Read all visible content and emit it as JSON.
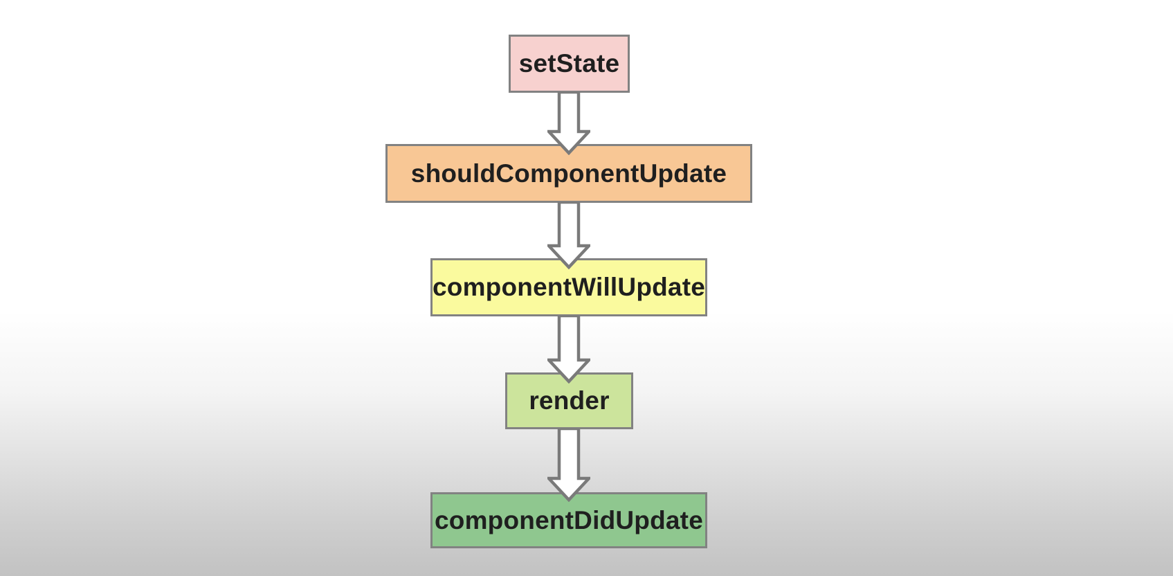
{
  "diagram": {
    "type": "flowchart",
    "description": "React component update lifecycle flow",
    "nodes": [
      {
        "id": "setState",
        "label": "setState",
        "fill": "#f7d1cf"
      },
      {
        "id": "shouldComponentUpdate",
        "label": "shouldComponentUpdate",
        "fill": "#f8c795"
      },
      {
        "id": "componentWillUpdate",
        "label": "componentWillUpdate",
        "fill": "#fafa9e"
      },
      {
        "id": "render",
        "label": "render",
        "fill": "#cce49c"
      },
      {
        "id": "componentDidUpdate",
        "label": "componentDidUpdate",
        "fill": "#8fc78f"
      }
    ],
    "edges": [
      {
        "from": "setState",
        "to": "shouldComponentUpdate"
      },
      {
        "from": "shouldComponentUpdate",
        "to": "componentWillUpdate"
      },
      {
        "from": "componentWillUpdate",
        "to": "render"
      },
      {
        "from": "render",
        "to": "componentDidUpdate"
      }
    ],
    "colors": {
      "node_border": "#828282",
      "arrow_outline": "#7a7a7a",
      "arrow_fill": "#ffffff",
      "text": "#1f1f1f",
      "background_top": "#ffffff",
      "background_bottom": "#c2c2c2"
    }
  }
}
